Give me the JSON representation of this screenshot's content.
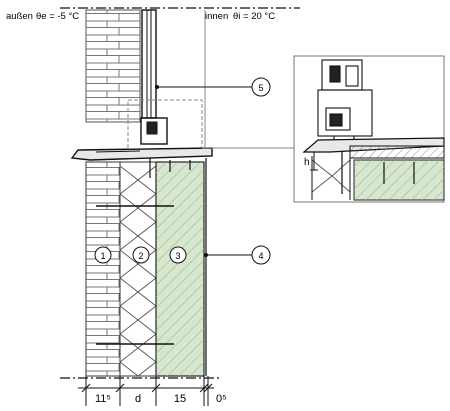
{
  "header": {
    "outside_label": "außen",
    "outside_temp": "θe = -5 °C",
    "inside_label": "innen",
    "inside_temp": "θi = 20 °C"
  },
  "callouts": [
    "1",
    "2",
    "3",
    "4",
    "5"
  ],
  "detail": {
    "h_label": "h"
  },
  "dimensions": [
    "11⁵",
    "d",
    "15",
    "0⁵"
  ],
  "colors": {
    "concrete": "#d6e6cf",
    "hatch": "#7aa56e",
    "line": "#111111",
    "grey": "#9a9a9a"
  }
}
